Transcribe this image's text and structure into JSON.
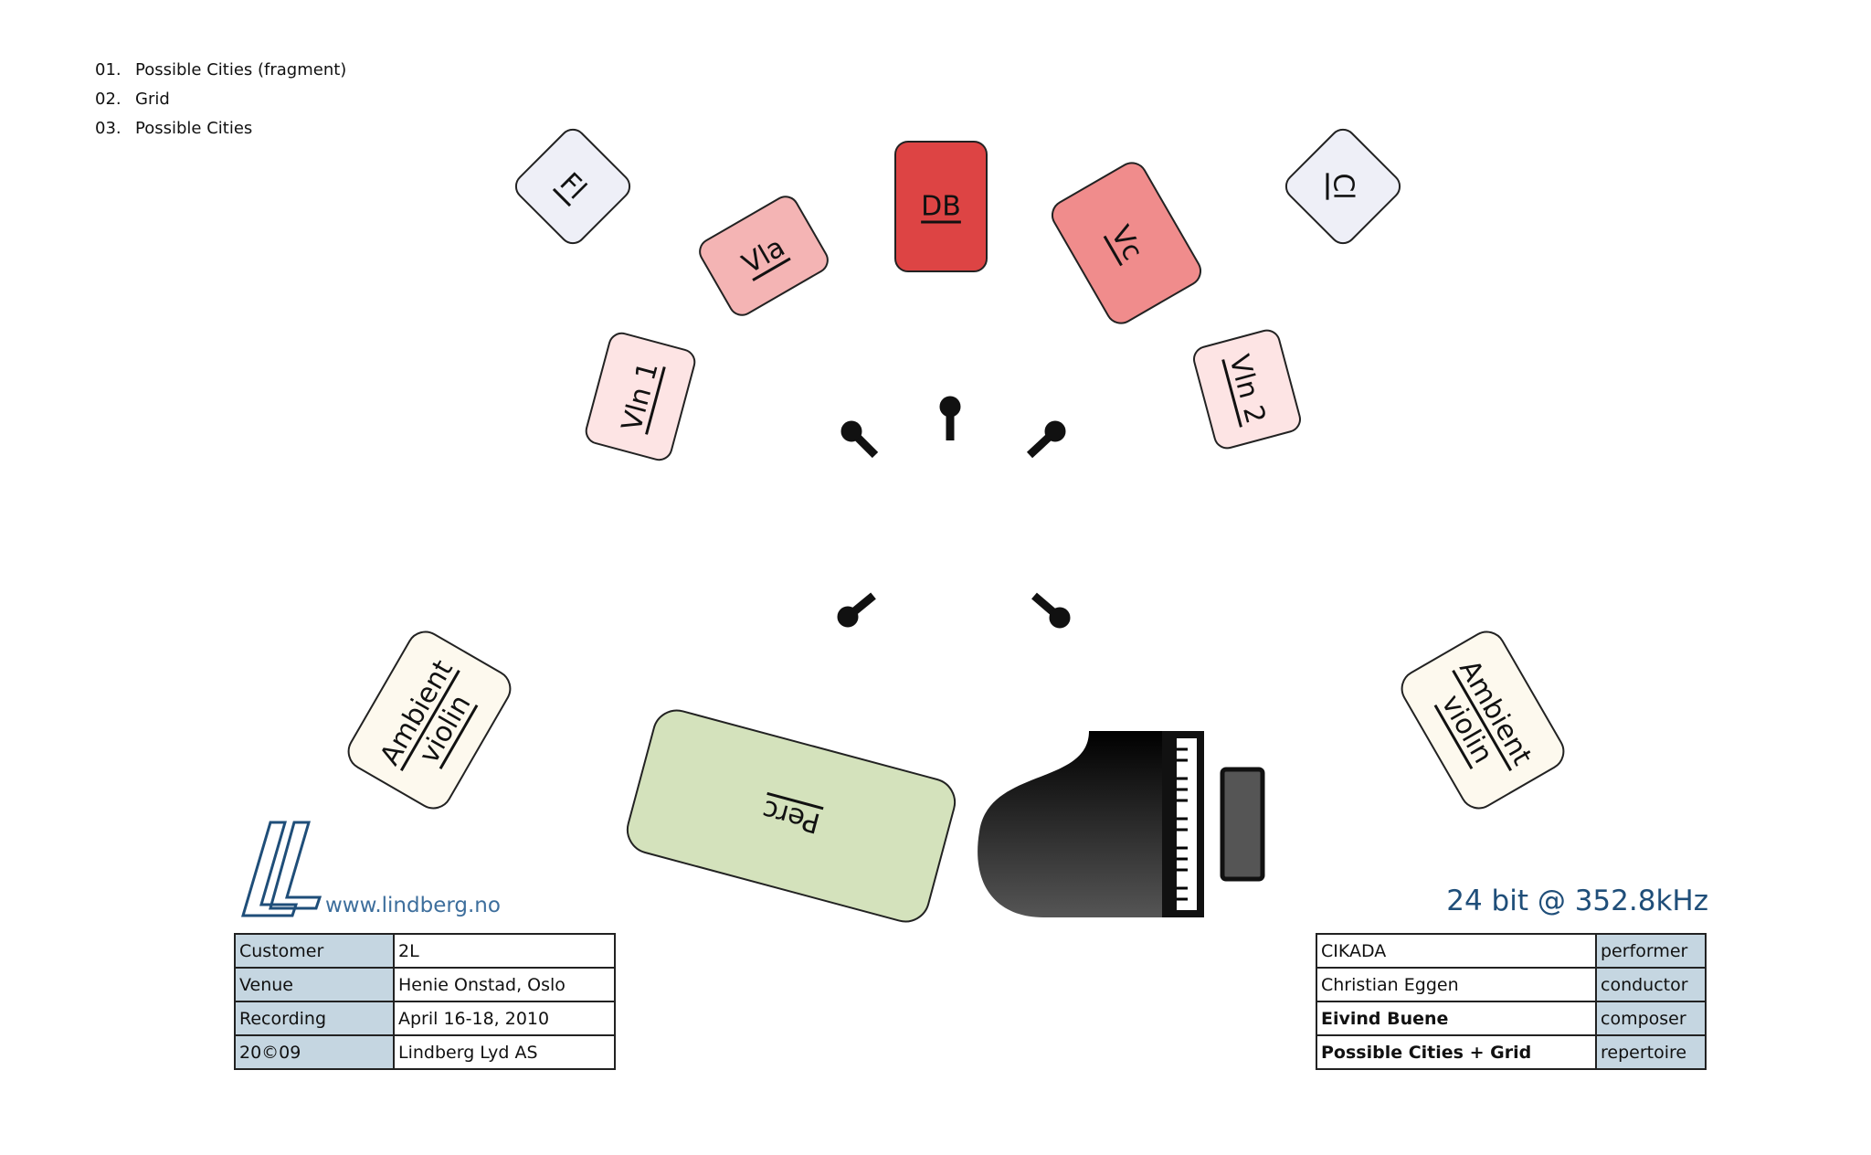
{
  "tracks": [
    {
      "num": "01.",
      "title": "Possible Cities (fragment)"
    },
    {
      "num": "02.",
      "title": "Grid"
    },
    {
      "num": "03.",
      "title": "Possible Cities"
    }
  ],
  "instruments": {
    "fl": "Fl",
    "cl": "Cl",
    "vla": "Vla",
    "db": "DB",
    "vc": "Vc",
    "vln1": "Vln 1",
    "vln2": "Vln 2",
    "ambient_left": [
      "Ambient",
      "violin"
    ],
    "ambient_right": [
      "Ambient",
      "violin"
    ],
    "perc": "Perc"
  },
  "colors": {
    "fl": "#eeeff7",
    "cl": "#eeeff7",
    "vla": "#f4b4b4",
    "db": "#dd4444",
    "vc": "#f08c8c",
    "vln": "#fde4e4",
    "ambient": "#fdf9ee",
    "perc": "#d4e2bc",
    "table_key": "#c5d6e1",
    "brand_blue": "#1f4e79"
  },
  "website": "www.lindberg.no",
  "format": "24 bit @ 352.8kHz",
  "session": [
    {
      "key": "Customer",
      "value": "2L"
    },
    {
      "key": "Venue",
      "value": "Henie Onstad, Oslo"
    },
    {
      "key": "Recording",
      "value": "April 16-18, 2010"
    },
    {
      "key": "20©09",
      "value": "Lindberg Lyd AS"
    }
  ],
  "credits": [
    {
      "name": "CIKADA",
      "role": "performer"
    },
    {
      "name": "Christian Eggen",
      "role": "conductor"
    },
    {
      "name": "Eivind Buene",
      "role": "composer"
    },
    {
      "name": "Possible Cities + Grid",
      "role": "repertoire"
    }
  ]
}
